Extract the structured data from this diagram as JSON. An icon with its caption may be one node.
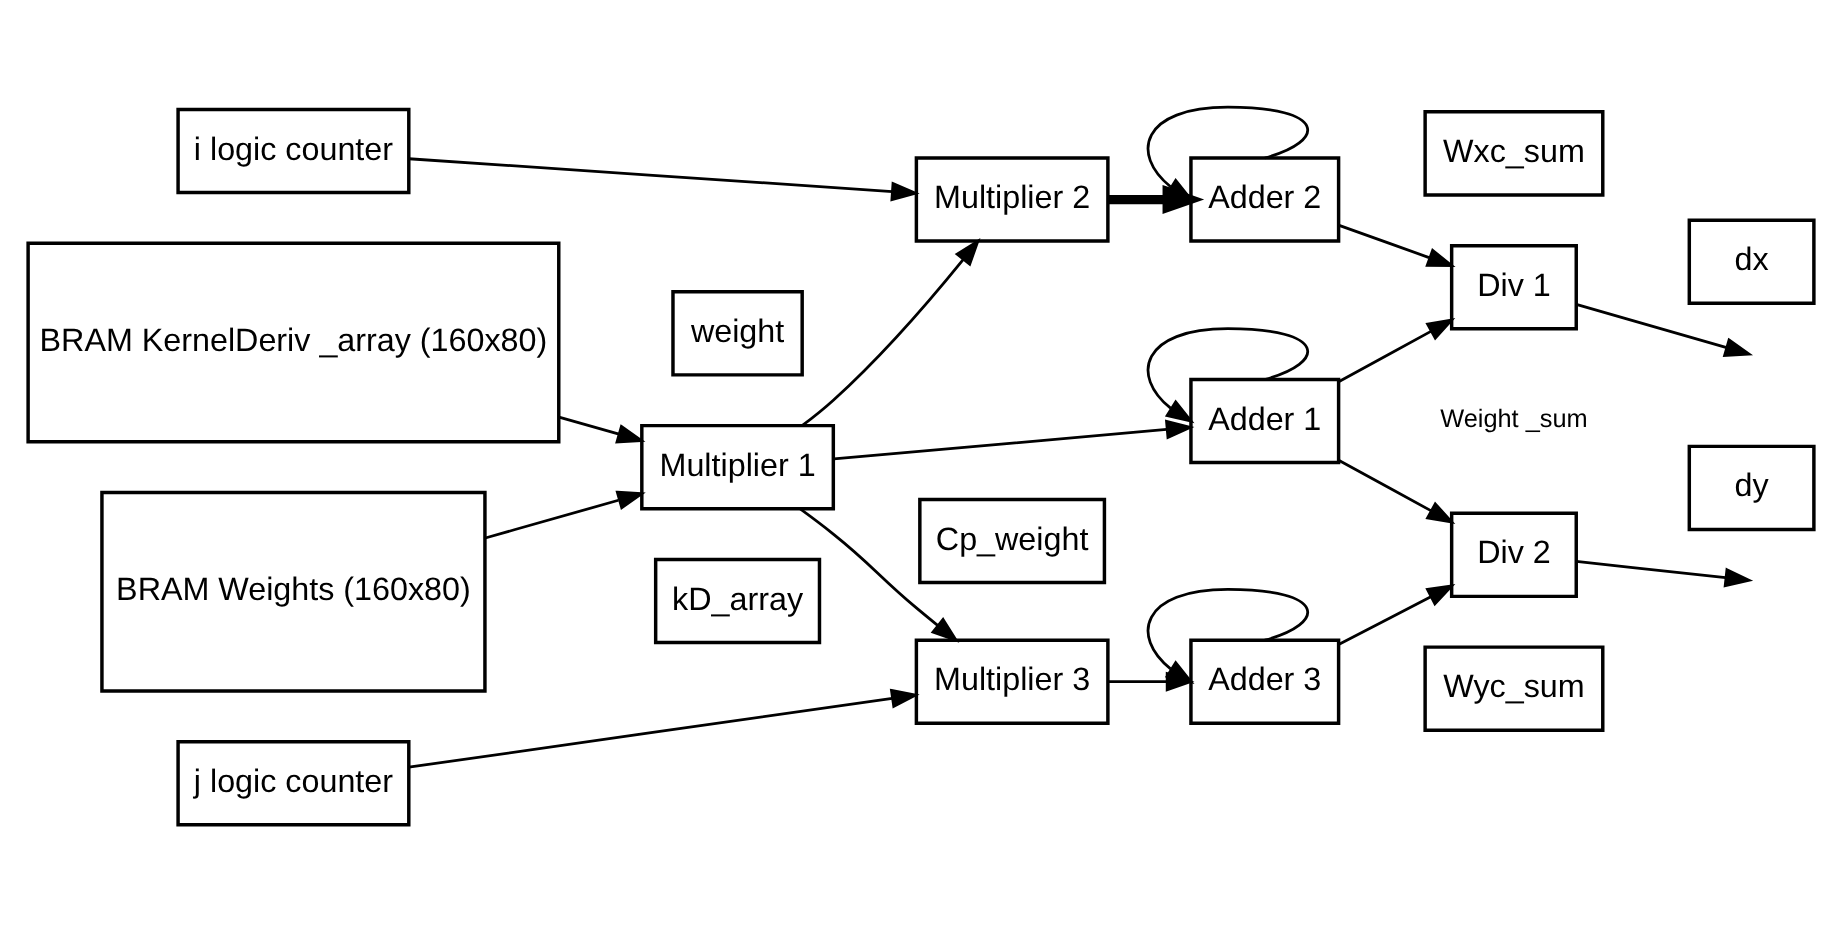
{
  "diagram": {
    "nodes": [
      {
        "text": [
          "i logic counter"
        ]
      },
      {
        "text": [
          "BRAM KernelDeriv _array (160x80)"
        ]
      },
      {
        "text": [
          "weight"
        ]
      },
      {
        "text": [
          "Multiplier 2"
        ]
      },
      {
        "text": [
          "Adder 2"
        ]
      },
      {
        "text": [
          "Wxc_sum"
        ]
      },
      {
        "text": [
          "Div 1"
        ]
      },
      {
        "text": [
          "dx"
        ]
      },
      {
        "text": [
          "Multiplier 1"
        ]
      },
      {
        "text": [
          "Adder 1"
        ]
      },
      {
        "text": [
          "Cp_weight"
        ]
      },
      {
        "text": [
          "BRAM Weights (160x80)"
        ]
      },
      {
        "text": [
          "kD_array"
        ]
      },
      {
        "text": [
          "Multiplier 3"
        ]
      },
      {
        "text": [
          "Adder 3"
        ]
      },
      {
        "text": [
          "Div 2"
        ]
      },
      {
        "text": [
          "dy"
        ]
      },
      {
        "text": [
          "Wyc_sum"
        ]
      },
      {
        "text": [
          "j logic counter"
        ]
      }
    ],
    "edges": [
      {
        "from": 0,
        "to": 3,
        "arrow": "to"
      },
      {
        "from": 1,
        "to": 8,
        "arrow": "to"
      },
      {
        "from": 11,
        "to": 8,
        "arrow": "to"
      },
      {
        "from": 8,
        "to": 3,
        "arrow": "to"
      },
      {
        "from": 8,
        "to": 9,
        "arrow": "to"
      },
      {
        "from": 8,
        "to": 13,
        "arrow": "to"
      },
      {
        "from": 18,
        "to": 13,
        "arrow": "to"
      },
      {
        "from": 3,
        "to": 4,
        "arrow": "to",
        "style": "thick"
      },
      {
        "from": 4,
        "to": 4,
        "arrow": "to"
      },
      {
        "from": 4,
        "to": 6,
        "arrow": "to"
      },
      {
        "from": 9,
        "to": 9,
        "arrow": "to"
      },
      {
        "from": 9,
        "to": 6,
        "arrow": "to"
      },
      {
        "from": 9,
        "to": 15,
        "arrow": "to"
      },
      {
        "from": 13,
        "to": 14,
        "arrow": "to"
      },
      {
        "from": 14,
        "to": 14,
        "arrow": "to"
      },
      {
        "from": 14,
        "to": 15,
        "arrow": "to"
      },
      {
        "from": 6,
        "to": null,
        "arrow": "to"
      },
      {
        "from": 15,
        "to": null,
        "arrow": "to"
      }
    ],
    "labels": [
      "Weight _sum"
    ]
  }
}
